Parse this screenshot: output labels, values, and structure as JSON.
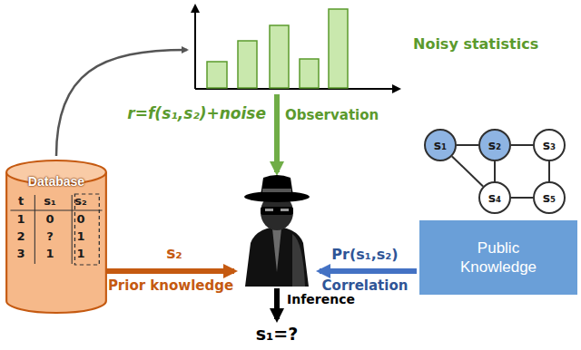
{
  "diagram": {
    "nodes": [
      {
        "text": [
          "Database"
        ]
      },
      {
        "text": [
          "s₁"
        ]
      },
      {
        "text": [
          "s₂"
        ]
      },
      {
        "text": [
          "s₃"
        ]
      },
      {
        "text": [
          "s₄"
        ]
      },
      {
        "text": [
          "s₅"
        ]
      },
      {
        "text": [
          "Public Knowledge"
        ]
      }
    ],
    "edges": [
      {
        "from": 1,
        "to": 2,
        "arrow": "none"
      },
      {
        "from": 2,
        "to": 3,
        "arrow": "none"
      },
      {
        "from": 1,
        "to": 4,
        "arrow": "none"
      },
      {
        "from": 2,
        "to": 4,
        "arrow": "none"
      },
      {
        "from": 3,
        "to": 5,
        "arrow": "none"
      },
      {
        "from": 4,
        "to": 5,
        "arrow": "none"
      }
    ],
    "labels": [
      "Noisy statistics",
      "r=f(s₁,s₂)+noise",
      "Observation",
      "s₂",
      "Prior knowledge",
      "Pr(s₁,s₂)",
      "Correlation",
      "Inference",
      "s₁=?",
      "t",
      "s₁",
      "s₂",
      "1",
      "0",
      "0",
      "2",
      "?",
      "1",
      "3",
      "1",
      "1"
    ]
  }
}
